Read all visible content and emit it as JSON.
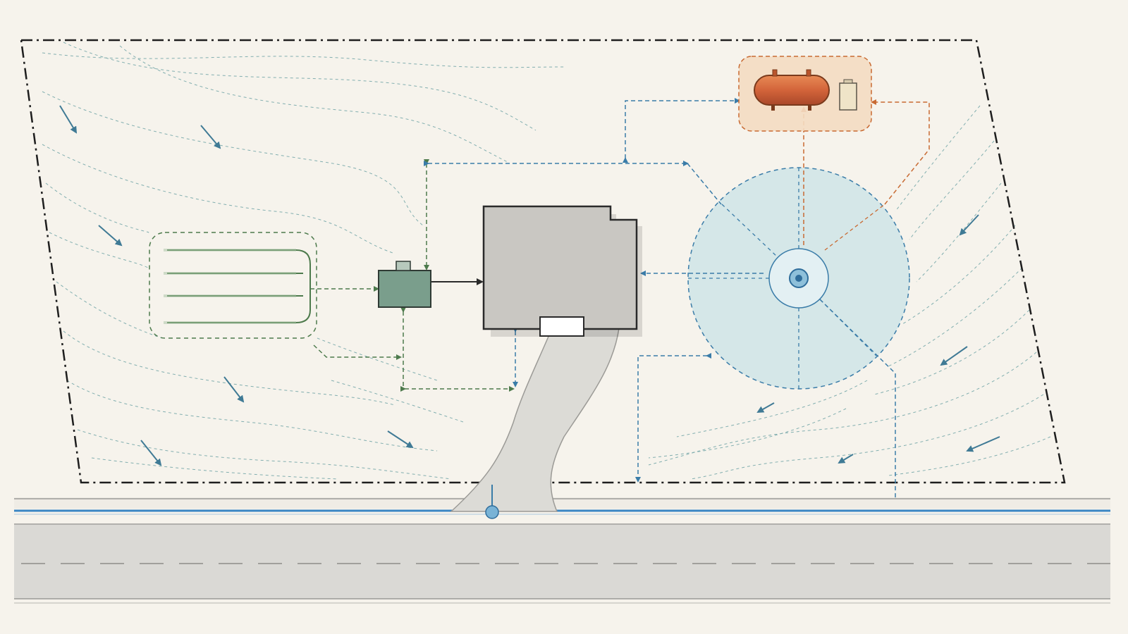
{
  "diagram": {
    "kind": "site-plan",
    "labels": [],
    "elements": {
      "property_boundary": "property-boundary",
      "house": "house-building",
      "septic_tank": "septic-tank",
      "drain_field": "leach-field",
      "well": "water-well",
      "well_radius": "well-setback-radius",
      "propane_tank": "propane-tank",
      "propane_regulator": "propane-regulator",
      "driveway": "driveway",
      "road": "road",
      "water_main": "water-main",
      "service_connection": "water-service-connection"
    },
    "colors": {
      "background": "#f6f3ec",
      "boundary": "#1e1e1e",
      "contour": "#6ea3a5",
      "flow_arrow": "#3f7a95",
      "setback_green": "#4d7a4c",
      "setback_blue": "#3a7ca8",
      "setback_orange": "#c86a32",
      "house_fill": "#c9c7c2",
      "septic_fill": "#7a9e8c",
      "well_zone": "#cfe4e8",
      "propane_fill": "#d36b3a",
      "propane_zone": "#f4dcc2",
      "driveway_fill": "#dcdbd6",
      "road_fill": "#dad9d5",
      "water_main": "#3a86c4"
    }
  }
}
